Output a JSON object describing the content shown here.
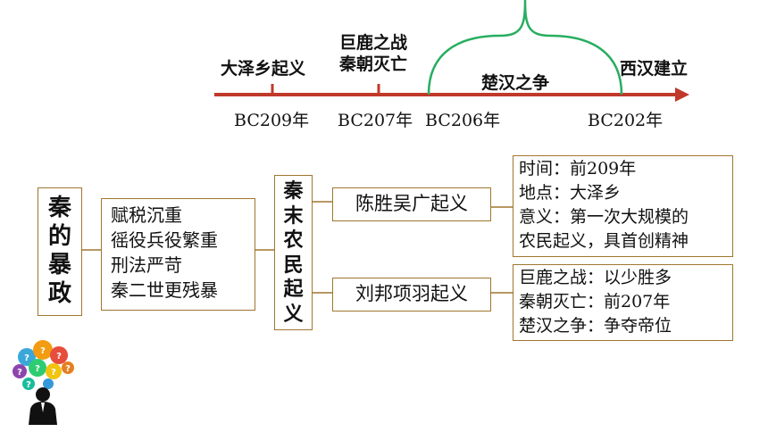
{
  "timeline": {
    "events": [
      {
        "label": "大泽乡起义",
        "year": "BC209年"
      },
      {
        "label_lines": [
          "巨鹿之战",
          "秦朝灭亡"
        ],
        "year": "BC207年"
      },
      {
        "label": "",
        "year": "BC206年"
      },
      {
        "label": "西汉建立",
        "year": "BC202年"
      }
    ],
    "span_label": "楚汉之争",
    "colors": {
      "axis": "#c0392b",
      "bracket": "#27ae60"
    }
  },
  "diagram": {
    "title_chars": [
      "秦",
      "的",
      "暴",
      "政"
    ],
    "tyranny_items": [
      "赋税沉重",
      "徭役兵役繁重",
      "刑法严苛",
      "秦二世更残暴"
    ],
    "center_chars": [
      "秦",
      "末",
      "农",
      "民",
      "起",
      "义"
    ],
    "branches": [
      {
        "label": "陈胜吴广起义",
        "details": [
          "时间：前209年",
          "地点：大泽乡",
          "意义：第一次大规模的",
          "农民起义，具首创精神"
        ]
      },
      {
        "label": "刘邦项羽起义",
        "details": [
          "巨鹿之战：以少胜多",
          "秦朝灭亡：前207年",
          "楚汉之争：争夺帝位"
        ]
      }
    ],
    "colors": {
      "box_border": "#a0762f",
      "connector": "#a0762f"
    }
  },
  "icons": {
    "thinking_person": "person-with-question-bubbles-icon"
  }
}
